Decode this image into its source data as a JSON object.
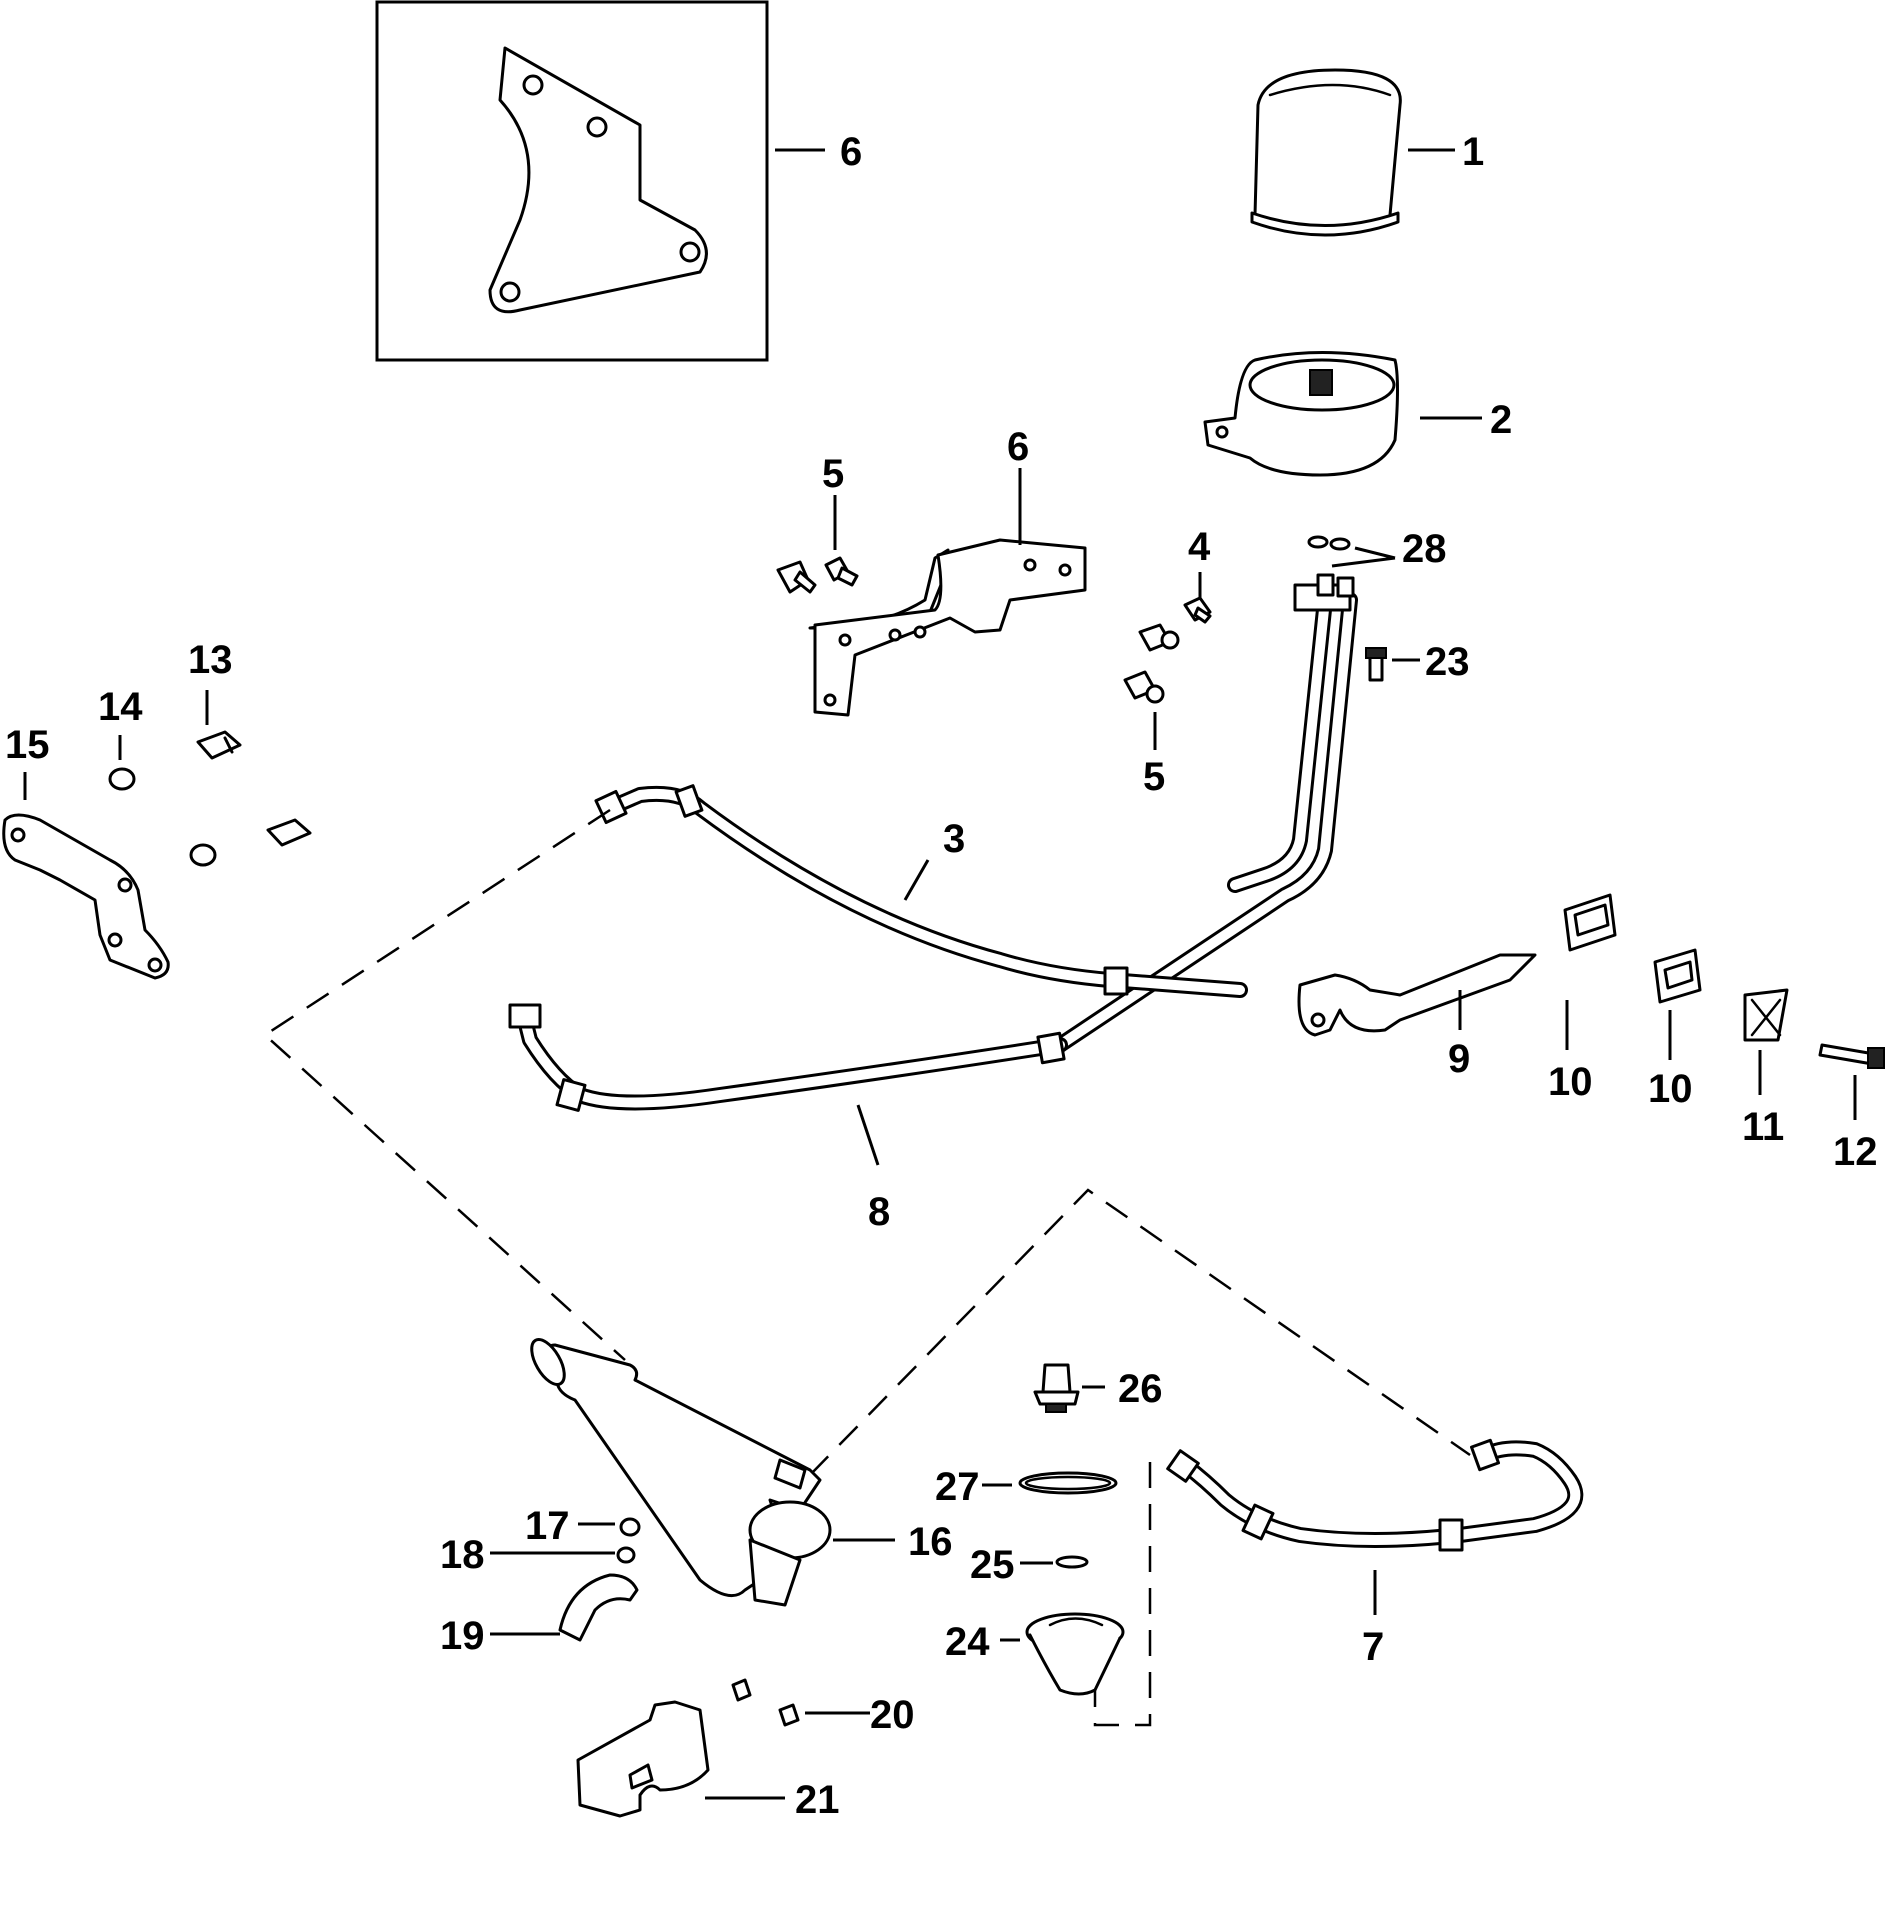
{
  "callouts": {
    "c1": "1",
    "c2": "2",
    "c3": "3",
    "c4": "4",
    "c5a": "5",
    "c5b": "5",
    "c6a": "6",
    "c6b": "6",
    "c7": "7",
    "c8": "8",
    "c9": "9",
    "c10a": "10",
    "c10b": "10",
    "c11": "11",
    "c12": "12",
    "c13": "13",
    "c14": "14",
    "c15": "15",
    "c16": "16",
    "c17": "17",
    "c18": "18",
    "c19": "19",
    "c20": "20",
    "c21": "21",
    "c23": "23",
    "c24": "24",
    "c25": "25",
    "c26": "26",
    "c27": "27",
    "c28": "28"
  }
}
